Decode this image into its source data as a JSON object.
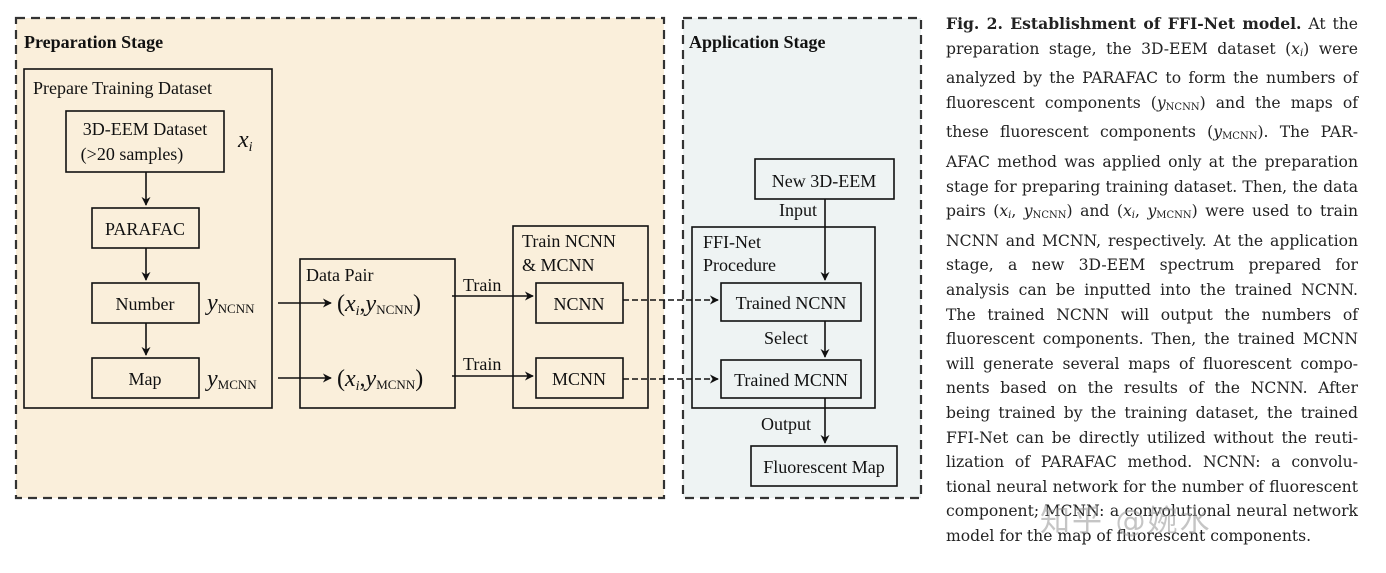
{
  "stages": {
    "preparation": "Preparation Stage",
    "application": "Application Stage"
  },
  "prepare_box": {
    "title": "Prepare Training Dataset",
    "dataset_line1": "3D-EEM Dataset",
    "dataset_line2": "(>20 samples)",
    "x_var": "x",
    "x_sub": "i",
    "parafac": "PARAFAC",
    "number": "Number",
    "map": "Map",
    "y_var": "y",
    "ncnn_sub": "NCNN",
    "mcnn_sub": "MCNN"
  },
  "data_pair": {
    "title": "Data Pair",
    "pair_open": "(",
    "pair_x": "x",
    "pair_x_sub": "i",
    "pair_comma": ",",
    "pair_y": "y",
    "pair1_sub": "NCNN",
    "pair2_sub": "MCNN",
    "pair_close": ")"
  },
  "train": {
    "label1": "Train",
    "label2": "Train",
    "box_title_line1": "Train NCNN",
    "box_title_line2": "& MCNN",
    "ncnn": "NCNN",
    "mcnn": "MCNN"
  },
  "application": {
    "new_eem": "New 3D-EEM",
    "input": "Input",
    "procedure_line1": "FFI-Net",
    "procedure_line2": "Procedure",
    "trained_ncnn": "Trained NCNN",
    "select": "Select",
    "trained_mcnn": "Trained MCNN",
    "output": "Output",
    "fluorescent_map": "Fluorescent Map"
  },
  "caption": {
    "title": "Fig. 2. Establishment of FFI-Net model.",
    "p1": " At the preparation stage, the 3D-EEM dataset (",
    "x": "x",
    "x_sub": "i",
    "p2": ") were analyzed by the PARAFAC to form the numbers of fluorescent components (",
    "y": "y",
    "ncnn": "NCNN",
    "p3": ") and the maps of these fluorescent components (",
    "mcnn": "MCNN",
    "p4": "). The PAR­AFAC method was applied only at the preparation stage for preparing training dataset. Then, the data pairs (",
    "sep": ", ",
    "p5": ") and (",
    "p6": ") were used to train NCNN and MCNN, respectively. At the application stage, a new 3D-EEM spectrum prepared for analysis can be inputted into the trained NCNN. The trained NCNN will output the numbers of fluorescent components. Then, the trained MCNN will generate several maps of fluorescent compo­nents based on the results of the NCNN. After being trained by the training dataset, the trained FFI-Net can be directly utilized without the reuti­lization of PARAFAC method. NCNN: a convolu­tional neural network for the number of fluorescent component; MCNN: a convolutional neural network model for the map of fluorescent components."
  },
  "watermark": "知乎 @婉水",
  "colors": {
    "preparation_bg": "#faefdb",
    "application_bg": "#eef3f3",
    "stroke": "#111111"
  }
}
